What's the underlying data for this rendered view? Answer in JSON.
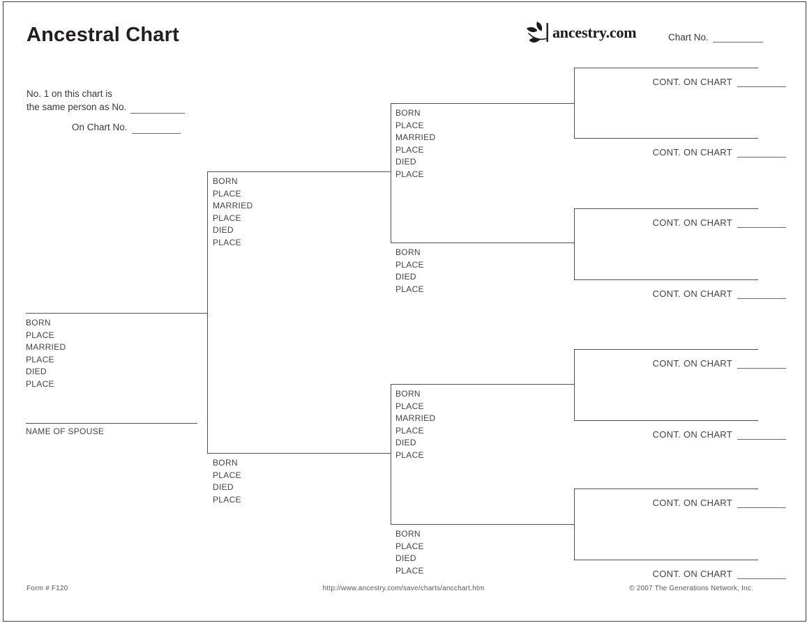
{
  "header": {
    "title": "Ancestral Chart",
    "logo_text": "ancestry.com",
    "chart_no_label": "Chart No.",
    "note_line1": "No. 1 on this chart is",
    "note_line2": "the same person as No.",
    "note_line3": "On Chart No."
  },
  "person_fields": {
    "full": [
      "BORN",
      "PLACE",
      "MARRIED",
      "PLACE",
      "DIED",
      "PLACE"
    ],
    "short": [
      "BORN",
      "PLACE",
      "DIED",
      "PLACE"
    ],
    "spouse_label": "NAME OF SPOUSE",
    "cont_label": "CONT. ON CHART"
  },
  "footer": {
    "form_number": "Form # F120",
    "url": "http://www.ancestry.com/save/charts/ancchart.htm",
    "copyright": "© 2007 The Generations Network, Inc."
  },
  "colors": {
    "line": "#4e4e4e",
    "text": "#424244",
    "ink": "#221e1f"
  }
}
